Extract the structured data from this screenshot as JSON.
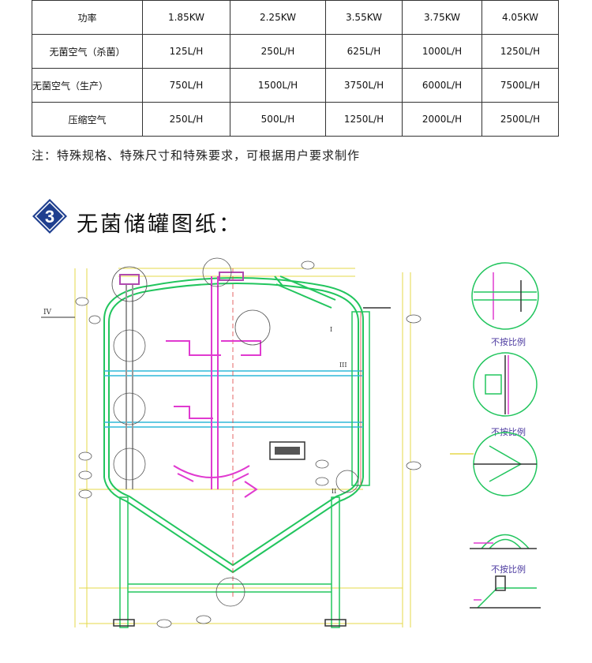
{
  "spec_table": {
    "rows": [
      {
        "label": "功率",
        "cells": [
          "1.85KW",
          "2.25KW",
          "3.55KW",
          "3.75KW",
          "4.05KW"
        ]
      },
      {
        "label": "无菌空气（杀菌）",
        "cells": [
          "125L/H",
          "250L/H",
          "625L/H",
          "1000L/H",
          "1250L/H"
        ]
      },
      {
        "label": "无菌空气（生产）",
        "cells": [
          "750L/H",
          "1500L/H",
          "3750L/H",
          "6000L/H",
          "7500L/H"
        ]
      },
      {
        "label": "压缩空气",
        "cells": [
          "250L/H",
          "500L/H",
          "1250L/H",
          "2000L/H",
          "2500L/H"
        ]
      }
    ]
  },
  "note": "注：特殊规格、特殊尺寸和特殊要求，可根据用户要求制作",
  "section": {
    "number": "3",
    "title": "无菌储罐图纸："
  },
  "drawing": {
    "scale_labels": [
      "不按比例",
      "不按比例",
      "不按比例"
    ],
    "view_marks": [
      "I",
      "II",
      "III",
      "IV"
    ],
    "colors": {
      "green": "#22c55e",
      "magenta": "#e03ad0",
      "cyan": "#2fb8d8",
      "yellow": "#e6d84a",
      "red": "#e04040",
      "black": "#333333"
    }
  },
  "icons": {
    "badge": "diamond-number-badge-icon"
  }
}
